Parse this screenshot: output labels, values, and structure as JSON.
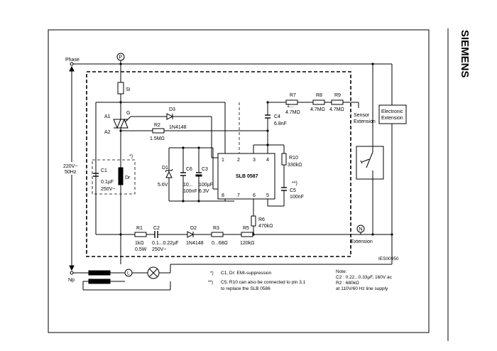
{
  "brand": "SIEMENS",
  "figure_id": "IES00950",
  "lines": {
    "phase": "Phase",
    "np": "Np",
    "mains_voltage": "220V~",
    "mains_freq": "50Hz",
    "node_p": "P",
    "node_n": "N",
    "node_l": "L"
  },
  "ic": {
    "name": "SLB 0587",
    "pins": [
      "1",
      "2",
      "3",
      "4",
      "8",
      "7",
      "6",
      "5"
    ]
  },
  "components": {
    "si": "SI",
    "a1": "A1",
    "a2": "A2",
    "g": "G",
    "d3": "D3",
    "d3_val": "1N4148",
    "r2": "R2",
    "r2_val": "1.5MΩ",
    "c1": "C1",
    "c1_val1": "0.1µF",
    "c1_val2": "250V~",
    "dr": "Dr",
    "star": "*)",
    "d1": "D1",
    "d1_val": "5.6V",
    "c6": "C6",
    "c6_val1": "10...",
    "c6_val2": "100nF",
    "c3": "C3",
    "c3_val1": "100µF",
    "c3_val2": "6.3V",
    "c4": "C4",
    "c4_val": "6.8nF",
    "r7": "R7",
    "r7_val1": "1...",
    "r7_val2": "4.7MΩ",
    "r8": "R8",
    "r8_val": "4.7MΩ",
    "r9": "R9",
    "r9_val": "4.7MΩ",
    "r10": "R10",
    "r10_val": "330kΩ",
    "c5": "C5",
    "c5_mark": "**)",
    "c5_val": "100nF",
    "r6": "R6",
    "r6_val": "470kΩ",
    "r1": "R1",
    "r1_val1": "1kΩ",
    "r1_val2": "0.5W",
    "c2": "C2",
    "c2_val1": "0.1...0.22µF",
    "c2_val2": "250V~",
    "d2": "D2",
    "d2_val": "1N4148",
    "r3": "R3",
    "r3_val": "0...68Ω",
    "r5": "R5",
    "r5_val": "120kΩ",
    "sensor1": "Sensor",
    "sensor2": "Extension",
    "extension": "Extension",
    "elec1": "Electronic",
    "elec2": "Extension"
  },
  "footnotes": {
    "f1_mark": "*)",
    "f1_text": "C1, Dr: EMI-suppression",
    "f2_mark": "**)",
    "f2_text1": "C5, R10 can also be connected to pin 3,1",
    "f2_text2": "to replace the SLB 0586"
  },
  "notes": {
    "title": "Note:",
    "line1": "C2 : 0.22...0.33µF, 160V ac",
    "line2": "R2 : 680kΩ",
    "line3": "at 110V/60 Hz line supply"
  }
}
